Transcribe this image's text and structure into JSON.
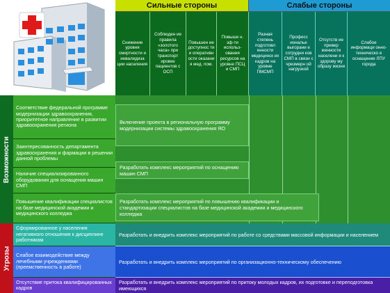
{
  "header": {
    "strengths_title": "Сильные стороны",
    "weaknesses_title": "Слабые стороны"
  },
  "strength_columns": [
    "Снижение уровня смертности и инвалидиза ции населения",
    "Соблюден ие правила «золотого часа» при транспорт ировке пациентов с ОСП",
    "Повышен ие доступнос ти и оперативн ости оказани я мед. пом.",
    "Повыше н. эф-ти использ-ования ресурсов на уровне ПСЦ и СМП"
  ],
  "weakness_columns": [
    "Разная степень подготовл енности медицинск их кадров на уровне ПМСМП",
    "Професс иональе выгорани е сотрудни ков СМП в связи с чрезмерн ой нагрузкой",
    "Отсутств ие привер женности населени я к здорову му образу жизни",
    "Слабое информаци онно-техническо е оснащение ЛПУ города"
  ],
  "side_labels": {
    "opportunities": "Возможности",
    "threats": "Угрозы"
  },
  "rows": [
    {
      "label": "Соответствие федеральной программе модернизации здравоохранения, приоритетное направление в развитии здравоохранения региона",
      "action": "Включение проекта в региональную программу модернизации системы здравоохранения ЯО"
    },
    {
      "label": "Заинтересованность департамента здравоохранения и фармации в решении данной проблемы",
      "action": ""
    },
    {
      "label": "Наличие специализированного оборудования для оснащения машин СМП",
      "action": "Разработать комплекс мероприятий по оснащению машин СМП"
    },
    {
      "label": "Повышение квалификации специалистов на базе медицинской академии и медицинского колледжа",
      "action": "Разработать комплекс мероприятий по повышению квалификации и стандартизации специалистов на базе медицинской академии и медицинского колледжа"
    },
    {
      "label": "Сформированное у населения негативного отношения к дисциплине работникам",
      "action": "Разработать и внедрить комплекс мероприятий по работе со средствами массовой информации и населением"
    },
    {
      "label": "Слабое взаимодействие между лечебными учреждениями (преемственность в работе)",
      "action": "Разработать и внедрить комплекс мероприятий по организационно-техническому обеспечению"
    },
    {
      "label": "Отсутствие притока квалифицированных кадров",
      "action": "Разработать и внедрить комплекс мероприятий по притоку молодых кадров, их подготовке и переподготовка имеющихся"
    }
  ],
  "colors": {
    "strengths_header": "#c8e000",
    "weaknesses_header": "#1e9bd2",
    "opportunities_side": "#0d6b22",
    "threats_side": "#c0101a",
    "row_label_bg": "#39a82d",
    "strength_col_bg": "#0b6a1e",
    "weakness_col_bg": "#07735d",
    "grid_green": "#2e8f2e",
    "threat_row_1": "#1f8a7a",
    "threat_row_2": "#1a4fd0",
    "threat_row_3": "#4a1fa6"
  },
  "icons": [
    "hospital-building-icon",
    "red-cross-icon"
  ]
}
